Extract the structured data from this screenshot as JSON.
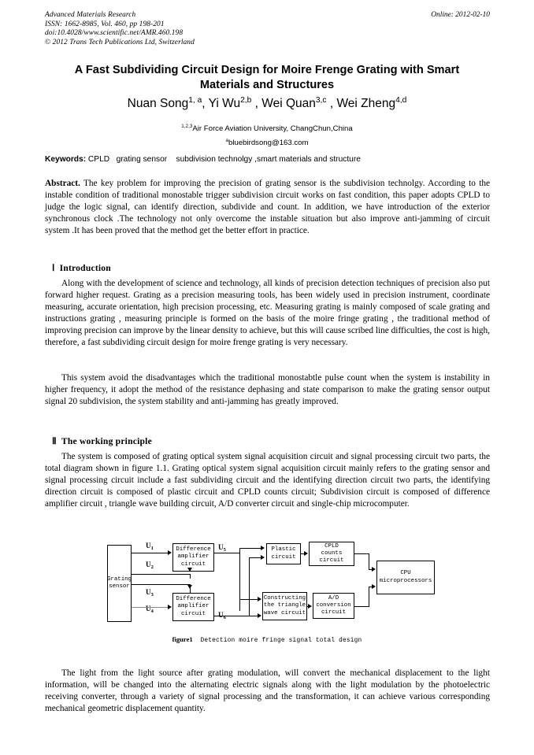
{
  "header": {
    "journal": "Advanced Materials Research",
    "issn": "ISSN: 1662-8985, Vol. 460, pp 198-201",
    "doi": "doi:10.4028/www.scientific.net/AMR.460.198",
    "copyright": "© 2012 Trans Tech Publications Ltd, Switzerland",
    "online": "Online: 2012-02-10"
  },
  "title": "A Fast Subdividing Circuit Design for Moire Frenge Grating with Smart Materials and Structures",
  "affiliation_sup": "1,2,3",
  "affiliation": "Air Force Aviation University, ChangChun,China",
  "email_sup": "a",
  "email": "bluebirdsong@163.com",
  "authors": [
    {
      "name": "Nuan Song",
      "sup": "1, a",
      "sep": ", "
    },
    {
      "name": "Yi Wu",
      "sup": "2,b",
      "sep": " , "
    },
    {
      "name": "Wei Quan",
      "sup": "3,c",
      "sep": " , "
    },
    {
      "name": "Wei Zheng",
      "sup": "4,d",
      "sep": ""
    }
  ],
  "keywords": {
    "label": "Keywords:",
    "value": " CPLD   grating sensor    subdivision technolgy ,smart materials and structure"
  },
  "abstract": {
    "label": "Abstract.",
    "text": " The key problem for improving the precision of grating sensor is the subdivision technolgy. According to the instable condition of traditional monostable trigger subdivision circuit works on fast condition, this paper adopts CPLD to judge the logic signal, can identify direction, subdivide and count. In addition, we have introduction of the exterior synchronous clock .The technology not only overcome the instable situation but also improve anti-jamming of circuit system .It has been proved that the method get the better effort in practice."
  },
  "sections": [
    {
      "num": "Ⅰ",
      "heading": "Introduction",
      "paragraphs": [
        "Along with the development of science and technology, all kinds of precision detection techniques of precision also put forward higher request. Grating as a precision measuring tools, has been widely used in precision instrument, coordinate measuring, accurate orientation, high precision processing, etc. Measuring grating is mainly composed of scale grating and instructions grating , measuring principle is formed on the basis of the moire fringe grating , the traditional method of improving precision can improve by the linear density to achieve, but this will cause scribed line difficulties, the cost is high, therefore, a fast subdividing circuit design for moire frenge grating is very necessary.",
        "This system avoid the disadvantages which the traditional monostabtle pulse count when the system is instability in higher frequency, it adopt the method of the resistance dephasing and state comparison to make the grating sensor output signal 20 subdivision, the system stability and anti-jamming has greatly improved."
      ]
    },
    {
      "num": "Ⅱ",
      "heading": "The working principle",
      "paragraphs": [
        "The system is composed of grating optical system signal acquisition circuit and signal processing circuit two parts, the total diagram shown in figure 1.1. Grating optical system signal acquisition circuit mainly refers to the grating sensor and signal processing circuit include a fast subdividing circuit and the identifying direction circuit two parts, the identifying direction circuit is composed of plastic circuit and CPLD counts circuit; Subdivision circuit is composed of difference amplifier circuit , triangle wave building circuit, A/D converter circuit and single-chip microcomputer.",
        "The light from the light source after grating modulation, will convert the mechanical displacement to the light information, will be changed into the alternating electric signals along with the light modulation by the photoelectric receiving converter, through a variety of signal processing and the transformation, it can achieve various corresponding mechanical geometric displacement quantity."
      ]
    }
  ],
  "figure": {
    "caption_num": "figure1",
    "caption_text": "Detection moire fringe signal total design",
    "boxes": {
      "grating_sensor": "Grating\nsensor",
      "diff_amp_1": "Difference\namplifier\ncircuit",
      "diff_amp_2": "Difference\namplifier\ncircuit",
      "plastic": "Plastic\ncircuit",
      "cpld": "CPLD\ncounts\ncircuit",
      "triangle": "Constructing\nthe triangle\nwave circuit",
      "adc": "A/D\nconversion\ncircuit",
      "cpu": "CPU\nmicroprocessors"
    },
    "signals": {
      "u1": "U",
      "u1s": "1",
      "u2": "U",
      "u2s": "2",
      "u3": "U",
      "u3s": "3",
      "u4": "U",
      "u4s": "4",
      "u5": "U",
      "u5s": "5",
      "u6": "U",
      "u6s": "6"
    }
  }
}
